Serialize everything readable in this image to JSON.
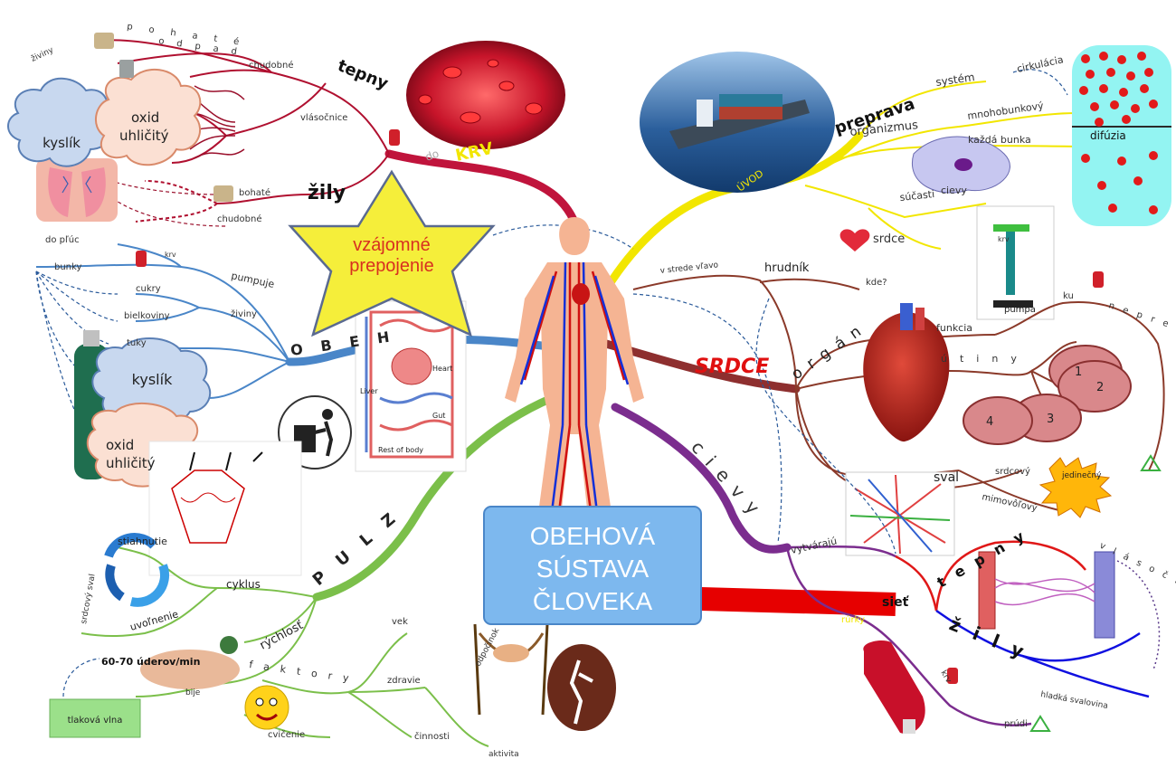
{
  "title": {
    "line1": "OBEHOVÁ",
    "line2": "SÚSTAVA",
    "line3": "ČLOVEKA"
  },
  "star": {
    "line1": "vzájomné",
    "line2": "prepojenie"
  },
  "main_branches": {
    "krv": "KRV",
    "uvod": "ÚVOD",
    "srdce": "SRDCE",
    "cievy": "cievy",
    "pulz": "PULZ",
    "obeh": "OBEH"
  },
  "krv_section": {
    "tepny": "tepny",
    "zily": "žily",
    "pohate": "pohaté",
    "odpad": "odpad",
    "chudobne": "chudobné",
    "vlasocnice": "vlásočnice",
    "bohate": "bohaté",
    "chudobne2": "chudobné",
    "zivny": "živiny",
    "kyslik": "kyslík",
    "oxid1": "oxid",
    "uhlicity": "uhličitý",
    "do": "do"
  },
  "obeh_section": {
    "do_pluc": "do pľúc",
    "bunky": "bunky",
    "cukry": "cukry",
    "bielkoviny": "bielkoviny",
    "tuky": "tuky",
    "pumpuje": "pumpuje",
    "ziviny": "živiny",
    "krv": "krv",
    "kyslik": "kyslík",
    "oxid": "oxid",
    "uhlicity": "uhličitý"
  },
  "diagram_labels": {
    "heart": "Heart",
    "liver": "Liver",
    "gut": "Gut",
    "rest": "Rest of body"
  },
  "uvod_section": {
    "preprava": "preprava",
    "system": "systém",
    "cirkulacia": "cirkulácia",
    "mnohobunkovy": "mnohobunkový",
    "organizmus": "organizmus",
    "kazda_bunka": "každá bunka",
    "difuzia": "difúzia",
    "sucasti": "súčasti",
    "cievy": "cievy",
    "srdce": "srdce",
    "krv": "krv",
    "pumpa": "pumpa"
  },
  "srdce_section": {
    "hrudnik": "hrudník",
    "kde": "kde?",
    "vstrede": "v strede vľavo",
    "organ": "orgán",
    "funkcia": "funkcia",
    "utiny": "útiny",
    "nepret": "neprestáva",
    "ku": "ku",
    "chambers": [
      "1",
      "2",
      "3",
      "4"
    ],
    "sval": "sval",
    "srdcovy": "srdcový",
    "jedinecny": "jedinečný",
    "mimovolny": "mimovôľový"
  },
  "cievy_section": {
    "vytvaraju": "vytvárajú",
    "siet": "sieť",
    "tepny": "tepny",
    "zily": "žily",
    "rurky": "rúrky",
    "krv": "krv",
    "pruzi": "prúdi",
    "hladka": "hladká svalovina",
    "vlas": "vlásočnice"
  },
  "pulz_section": {
    "stiahnutie": "stiahnutie",
    "srdcovy_sval": "srdcový sval",
    "cyklus": "cyklus",
    "uvolnenie": "uvoľnenie",
    "rychlost": "rýchlosť",
    "rate": "60-70 úderov/min",
    "faktory": "faktory",
    "vek": "vek",
    "zdravie": "zdravie",
    "cinnosti": "činnosti",
    "cvicenie": "cvičenie",
    "aktivita": "aktivita",
    "odpocinok": "odpočinok",
    "tlakova_vlna": "tlaková vlna",
    "bije": "bije"
  },
  "colors": {
    "red": "#c0143c",
    "dark_red": "#8e2f2f",
    "blue": "#4a86c8",
    "yellow": "#f2e600",
    "green": "#7bbf4a",
    "purple": "#7b2d8e",
    "brown": "#8b3a2a",
    "title_bg": "#7db8ee",
    "star": "#f5ee3a"
  },
  "icons": [
    "thumbs-up-icon",
    "trash-icon",
    "blood-bag-icon",
    "recycle-icon",
    "heart-icon",
    "lungs-icon",
    "oxygen-tank-icon"
  ]
}
